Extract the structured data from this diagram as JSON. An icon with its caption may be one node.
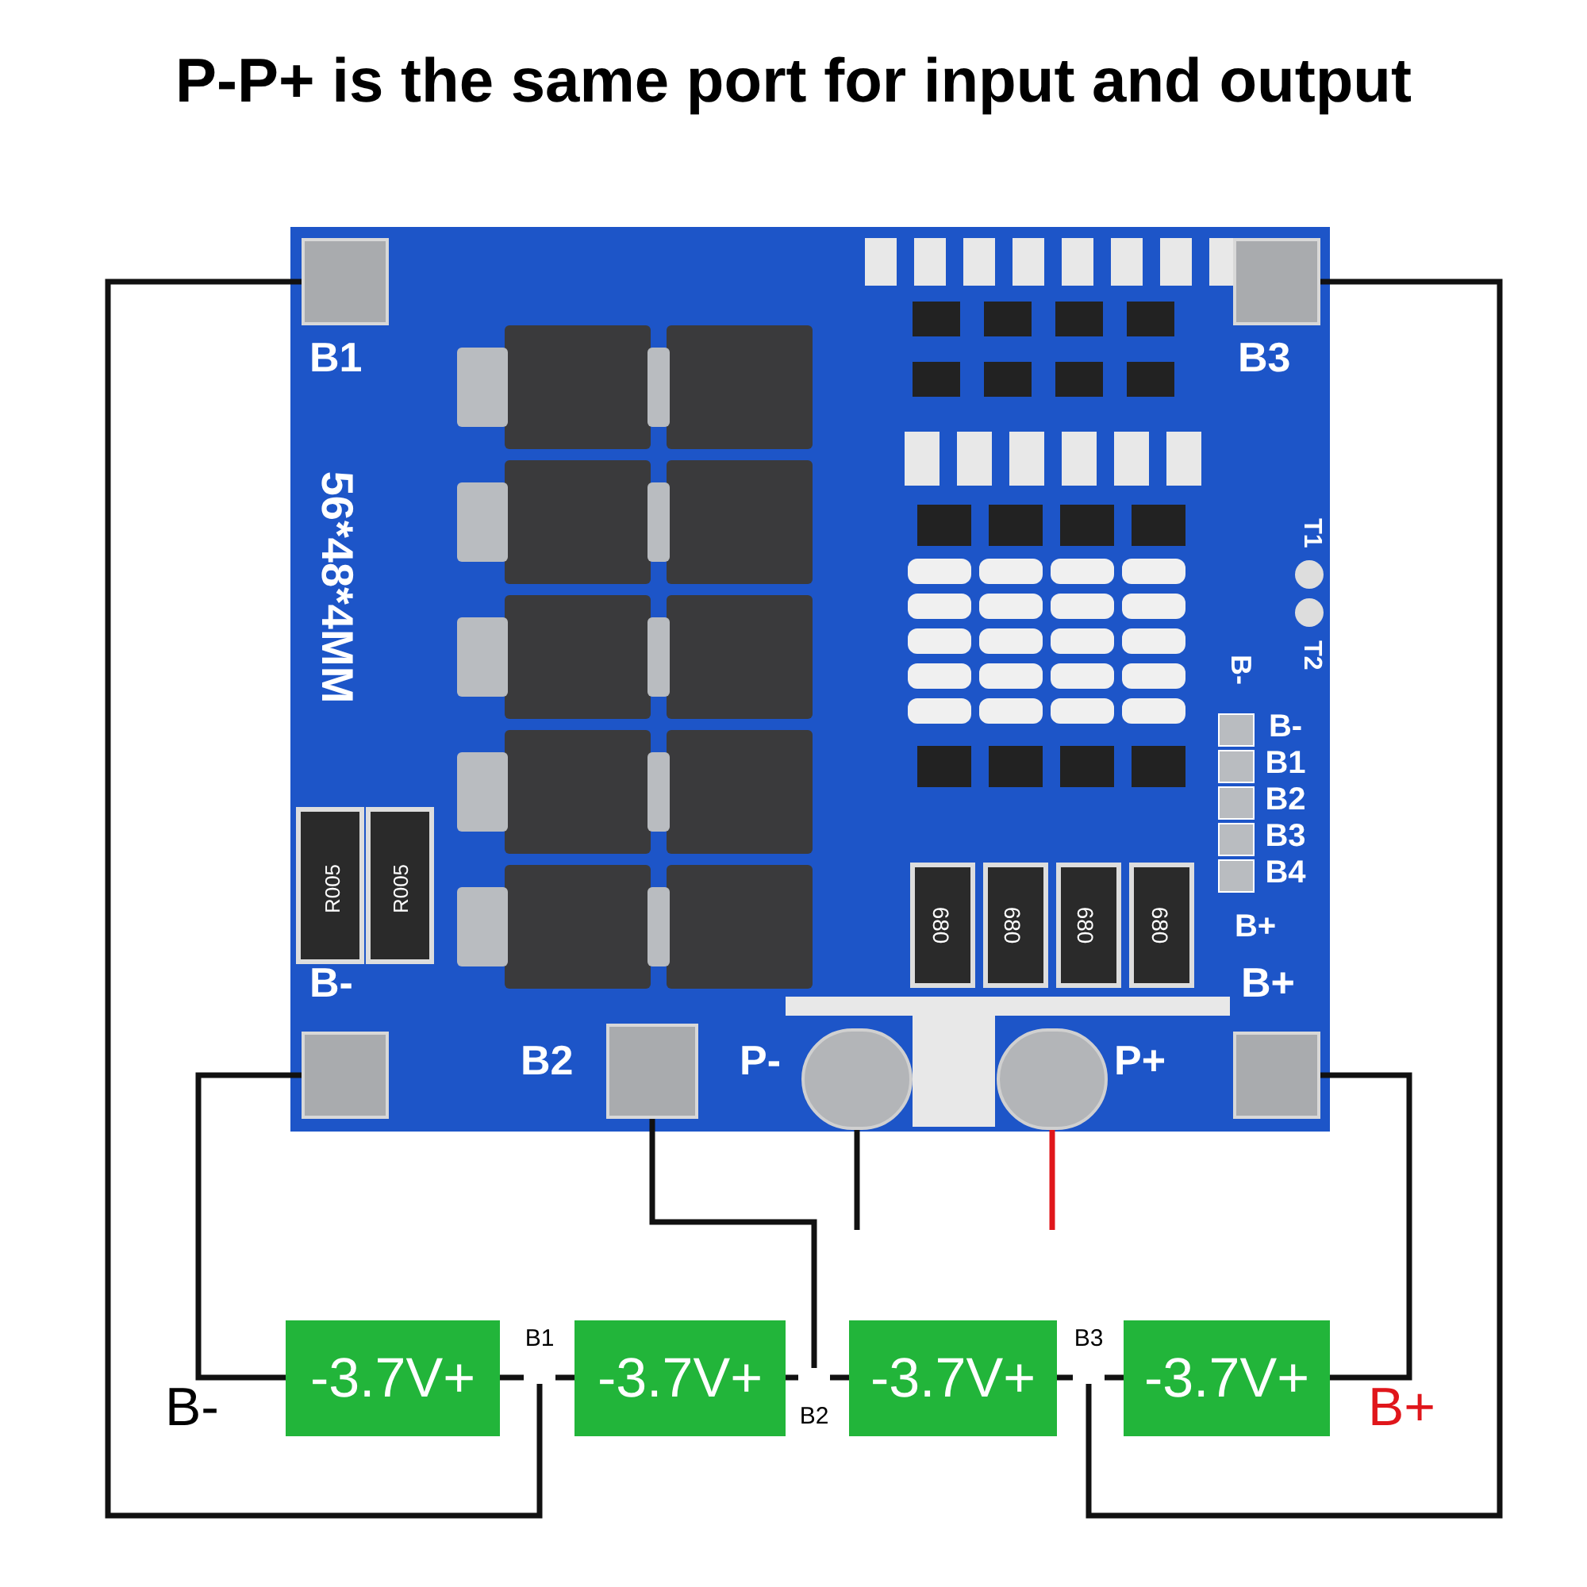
{
  "diagram": {
    "title": "P-P+ is the same port for input and output",
    "nodes": [
      {
        "text": [],
        "shape": "picture"
      },
      {
        "text": [],
        "shape": "box",
        "beside": [
          "B1"
        ],
        "in": 0
      },
      {
        "text": [],
        "shape": "box",
        "beside": [
          "B3"
        ],
        "in": 0
      },
      {
        "text": [],
        "shape": "box",
        "beside": [
          "B-"
        ],
        "in": 0
      },
      {
        "text": [],
        "shape": "box",
        "beside": [
          "B2"
        ],
        "in": 0
      },
      {
        "text": [],
        "shape": "circle",
        "beside": [
          "P-"
        ],
        "in": 0
      },
      {
        "text": [],
        "shape": "circle",
        "beside": [
          "P+"
        ],
        "in": 0
      },
      {
        "text": [],
        "shape": "box",
        "beside": [
          "B+"
        ],
        "in": 0
      },
      {
        "text": [
          "-3.7V+"
        ],
        "beside": [
          "B-"
        ]
      },
      {
        "text": [
          "B1"
        ]
      },
      {
        "text": [
          "-3.7V+"
        ]
      },
      {
        "text": [
          "B2"
        ]
      },
      {
        "text": [
          "-3.7V+"
        ]
      },
      {
        "text": [
          "B3"
        ]
      },
      {
        "text": [
          "-3.7V+"
        ],
        "beside": [
          "B+"
        ]
      }
    ],
    "edges": [
      {
        "from": 8,
        "to": 9,
        "arrow": "none"
      },
      {
        "from": 9,
        "to": 10,
        "arrow": "none"
      },
      {
        "from": 10,
        "to": 11,
        "arrow": "none"
      },
      {
        "from": 11,
        "to": 12,
        "arrow": "none"
      },
      {
        "from": 12,
        "to": 13,
        "arrow": "none"
      },
      {
        "from": 13,
        "to": 14,
        "arrow": "none"
      },
      {
        "from": 1,
        "to": 9,
        "arrow": "none"
      },
      {
        "from": 2,
        "to": 13,
        "arrow": "none"
      },
      {
        "from": 3,
        "to": 8,
        "arrow": "none"
      },
      {
        "from": 4,
        "to": 11,
        "arrow": "none"
      },
      {
        "from": 5,
        "to": null,
        "arrow": "none"
      },
      {
        "from": 6,
        "to": null,
        "arrow": "none",
        "color": "#e0161b"
      },
      {
        "from": 7,
        "to": 14,
        "arrow": "none"
      }
    ],
    "labels": [
      "56*48*4MM",
      "T1",
      "T2",
      "B-",
      "B-",
      "B1",
      "B2",
      "B3",
      "B4",
      "R005",
      "R005",
      "680",
      "680",
      "680",
      "680",
      "B+"
    ]
  }
}
